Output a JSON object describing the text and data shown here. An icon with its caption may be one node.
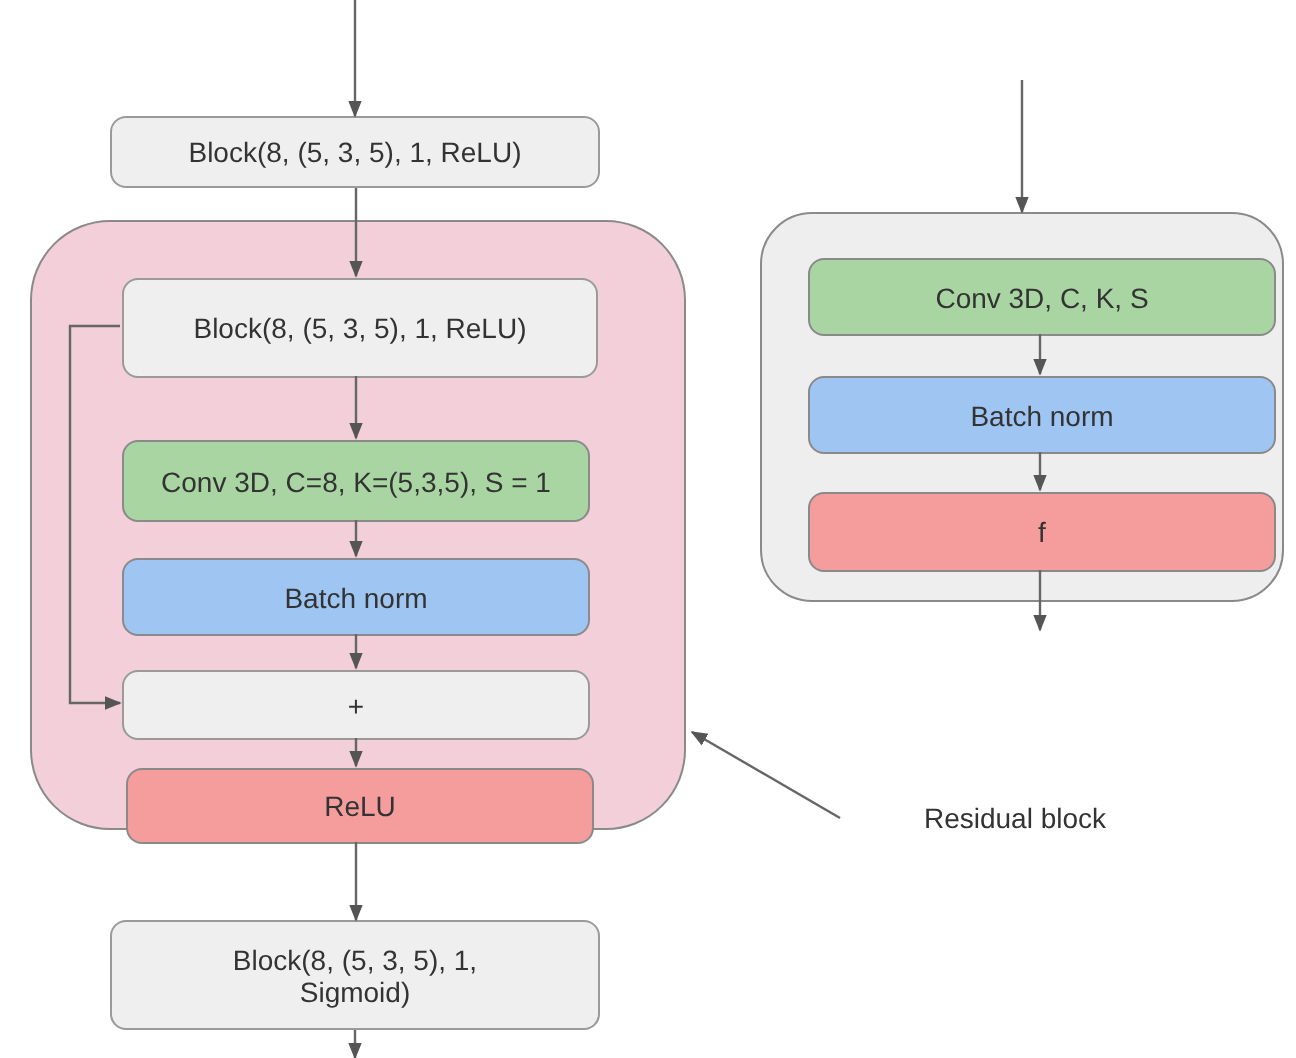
{
  "diagram": {
    "nodes": [
      {
        "text": [
          "Block(8, (5, 3, 5), 1, ReLU)"
        ]
      },
      {
        "text": [],
        "shape": "box"
      },
      {
        "text": [
          "Block(8, (5, 3, 5), 1, ReLU)"
        ],
        "in": 1
      },
      {
        "text": [
          "Conv 3D, C=8, K=(5,3,5), S = 1"
        ],
        "in": 1
      },
      {
        "text": [
          "Batch norm"
        ],
        "in": 1
      },
      {
        "text": [
          "+"
        ],
        "in": 1
      },
      {
        "text": [
          "ReLU"
        ],
        "in": 1
      },
      {
        "text": [
          "Block(8, (5, 3, 5), 1, Sigmoid)"
        ]
      },
      {
        "text": [
          "Residual block"
        ]
      },
      {
        "text": [],
        "shape": "box"
      },
      {
        "text": [
          "Conv 3D, C, K, S"
        ],
        "in": 9
      },
      {
        "text": [
          "Batch norm"
        ],
        "in": 9
      },
      {
        "text": [
          "f"
        ],
        "in": 9
      }
    ],
    "edges": [
      {
        "from": null,
        "to": 0,
        "arrow": "to"
      },
      {
        "from": 0,
        "to": 2,
        "arrow": "to"
      },
      {
        "from": 2,
        "to": 3,
        "arrow": "to"
      },
      {
        "from": 3,
        "to": 4,
        "arrow": "to"
      },
      {
        "from": 4,
        "to": 5,
        "arrow": "to"
      },
      {
        "from": 2,
        "to": 5,
        "arrow": "to"
      },
      {
        "from": 5,
        "to": 6,
        "arrow": "to"
      },
      {
        "from": 6,
        "to": 7,
        "arrow": "to"
      },
      {
        "from": 7,
        "to": null,
        "arrow": "to"
      },
      {
        "from": 8,
        "to": 1,
        "arrow": "to"
      },
      {
        "from": null,
        "to": 9,
        "arrow": "to"
      },
      {
        "from": 10,
        "to": 11,
        "arrow": "to"
      },
      {
        "from": 11,
        "to": 12,
        "arrow": "to"
      },
      {
        "from": 12,
        "to": null,
        "arrow": "to"
      }
    ]
  }
}
